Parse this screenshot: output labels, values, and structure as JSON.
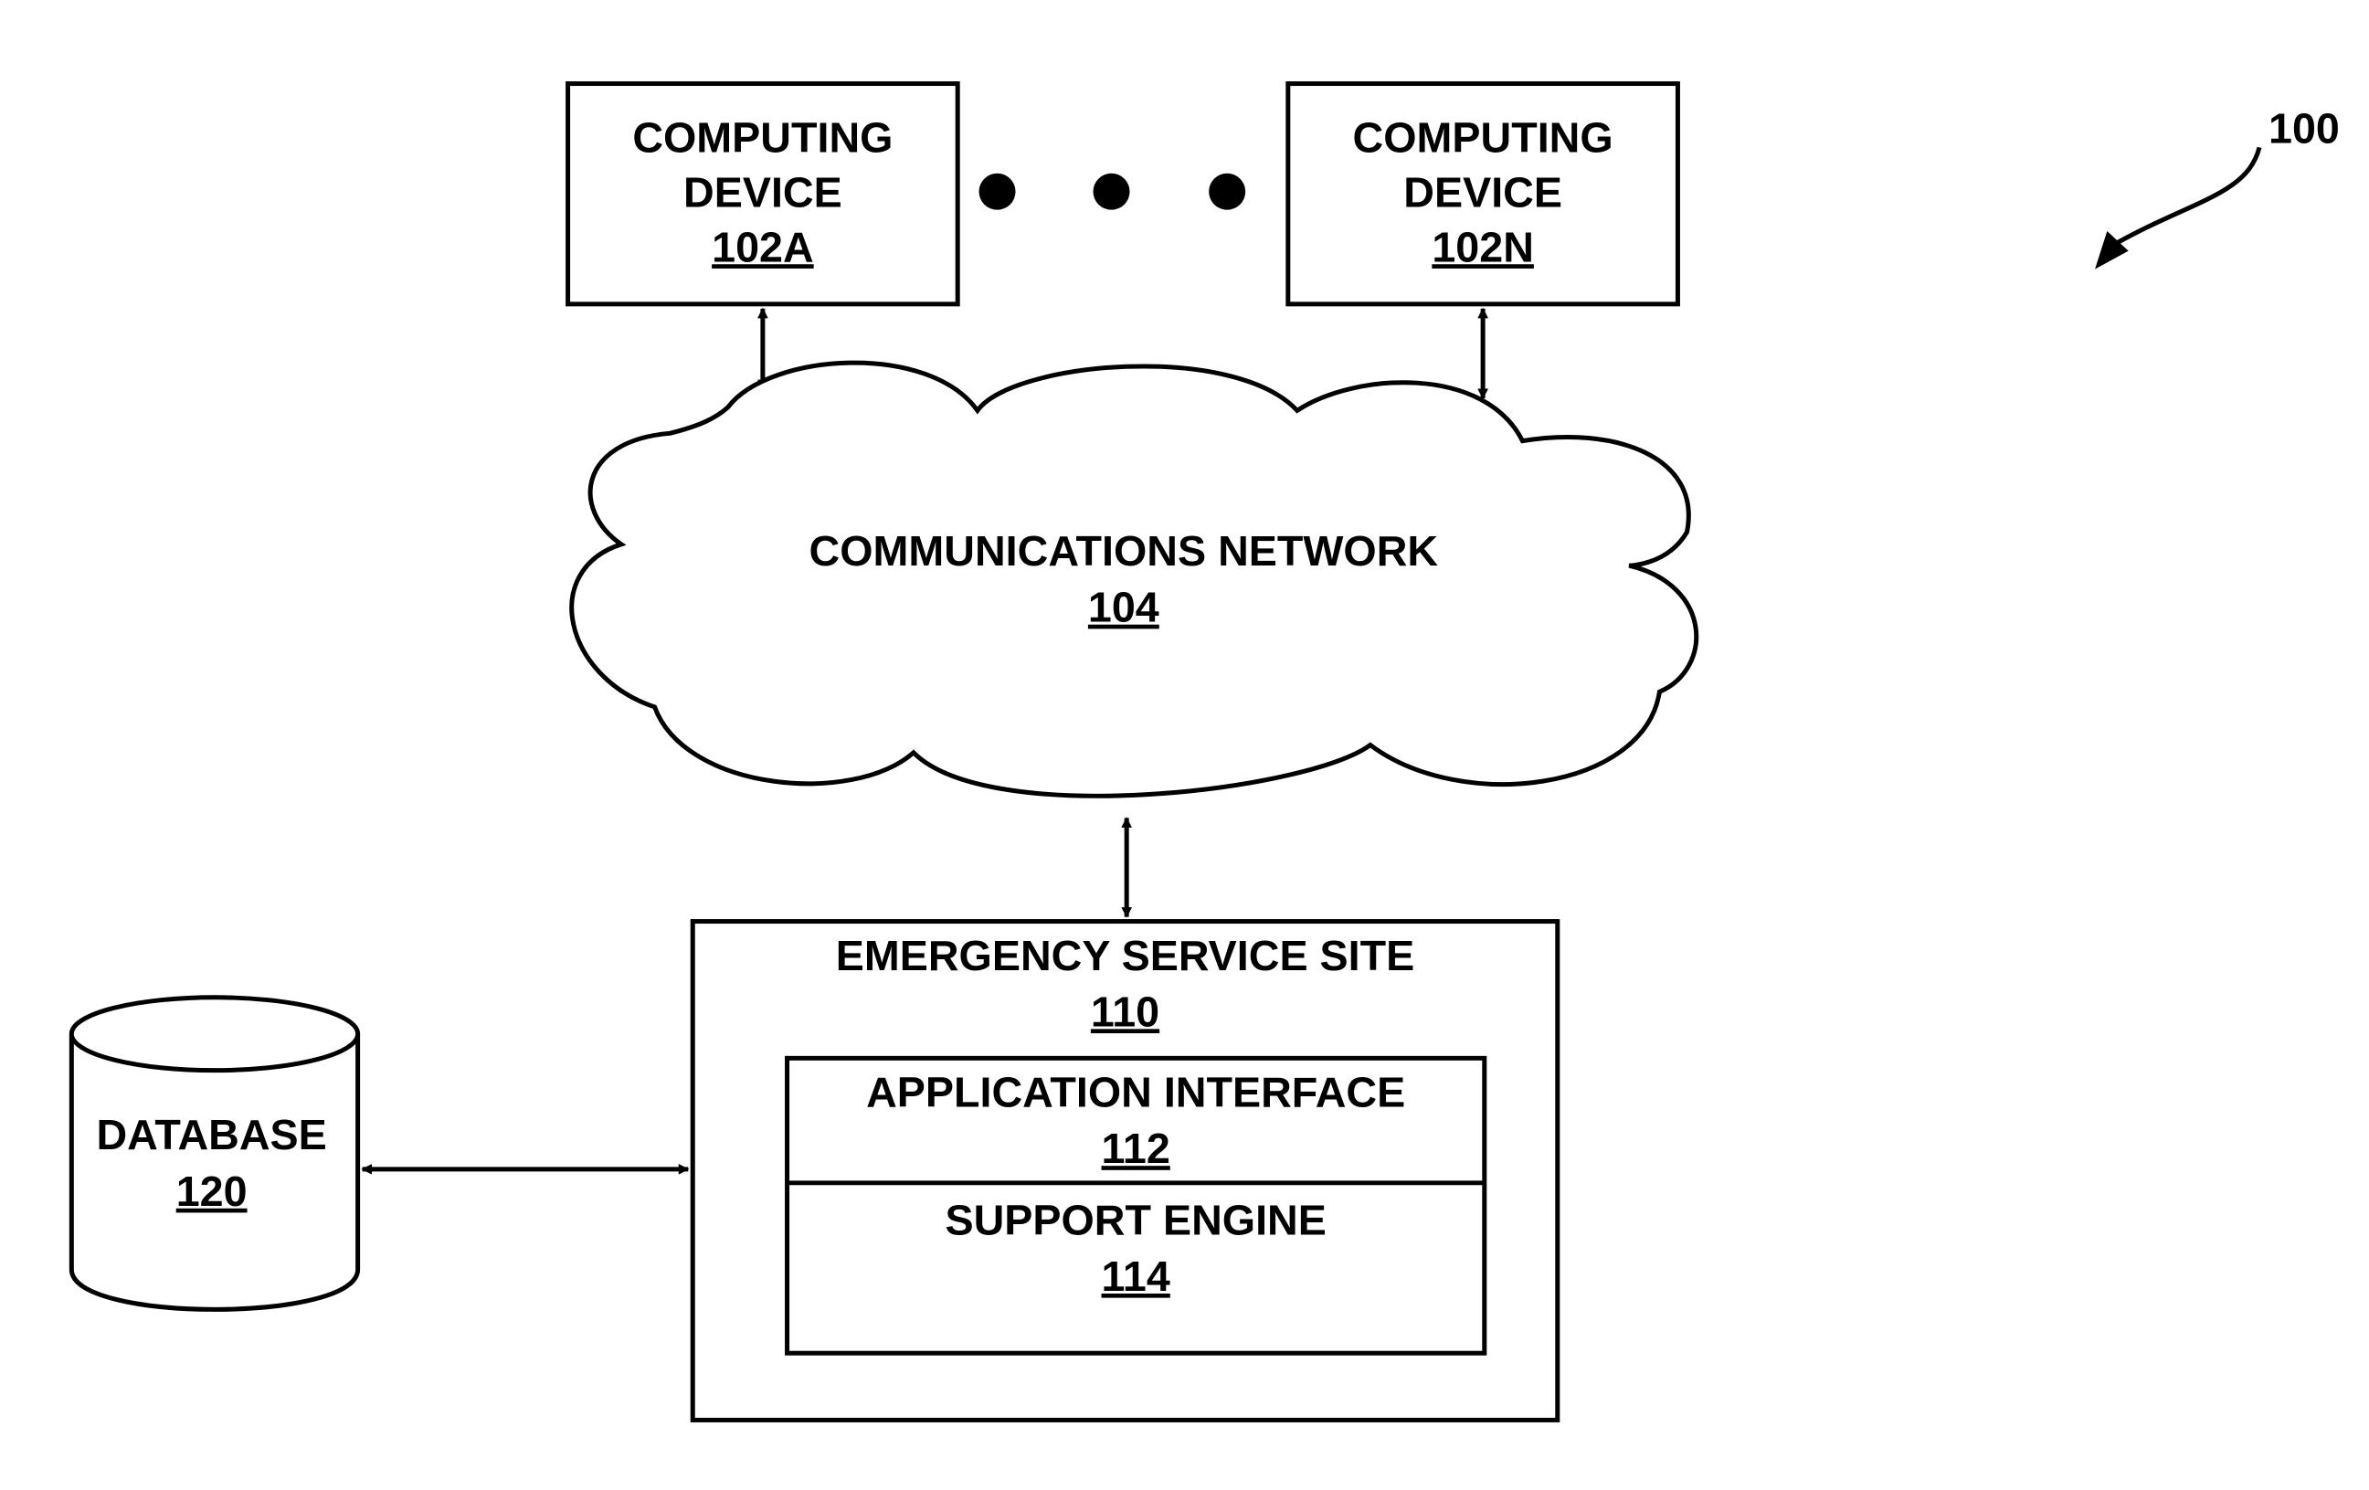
{
  "figure_ref": "100",
  "device_a": {
    "line1": "COMPUTING",
    "line2": "DEVICE",
    "ref": "102A"
  },
  "device_n": {
    "line1": "COMPUTING",
    "line2": "DEVICE",
    "ref": "102N"
  },
  "network": {
    "label": "COMMUNICATIONS NETWORK",
    "ref": "104"
  },
  "service_site": {
    "label": "EMERGENCY SERVICE SITE",
    "ref": "110"
  },
  "app_interface": {
    "label": "APPLICATION INTERFACE",
    "ref": "112"
  },
  "support_engine": {
    "label": "SUPPORT ENGINE",
    "ref": "114"
  },
  "database": {
    "label": "DATABASE",
    "ref": "120"
  }
}
